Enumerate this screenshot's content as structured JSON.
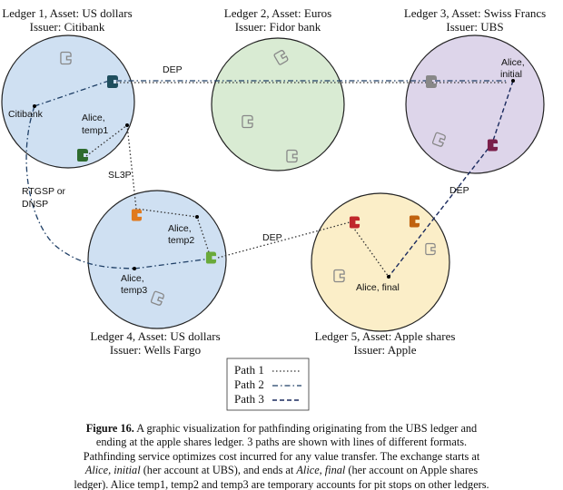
{
  "ledgers": [
    {
      "title": "Ledger 1, Asset: US dollars",
      "issuer": "Issuer: Citibank",
      "fill": "#cfe0f2"
    },
    {
      "title": "Ledger 2, Asset: Euros",
      "issuer": "Issuer: Fidor bank",
      "fill": "#d9ebd3"
    },
    {
      "title": "Ledger 3, Asset: Swiss Francs",
      "issuer": "Issuer: UBS",
      "fill": "#ddd5ea"
    },
    {
      "title": "Ledger 4, Asset: US dollars",
      "issuer": "Issuer: Wells Fargo",
      "fill": "#cfe0f2"
    },
    {
      "title": "Ledger 5, Asset: Apple shares",
      "issuer": "Issuer: Apple",
      "fill": "#fbeec8"
    }
  ],
  "nodes": {
    "citibank": "Citibank",
    "alice_temp1": [
      "Alice,",
      "temp1"
    ],
    "alice_temp2": [
      "Alice,",
      "temp2"
    ],
    "alice_temp3": [
      "Alice,",
      "temp3"
    ],
    "alice_initial": [
      "Alice,",
      "initial"
    ],
    "alice_final": "Alice, final"
  },
  "edges": {
    "dep_top": "DEP",
    "sl3p": "SL3P",
    "rtgsp": [
      "RTGSP or",
      "DNSP"
    ],
    "dep_mid": "DEP",
    "dep_right": "DEP"
  },
  "legend": {
    "path1": "Path 1",
    "path2": "Path 2",
    "path3": "Path 3"
  },
  "caption": {
    "figure_label": "Figure 16.",
    "line1_rest": " A graphic visualization for pathfinding originating from the UBS ledger and",
    "line2": "ending at the apple shares ledger. 3 paths are shown with lines of different formats.",
    "line3": "Pathfinding service optimizes cost incurred for any value transfer. The exchange starts at",
    "line4_italic": "Alice, initial",
    "line4_rest": " (her account at UBS), and ends at ",
    "line4_italic2": "Alice, final",
    "line4_end": " (her account on Apple shares",
    "line5": "ledger). Alice temp1, temp2 and temp3 are temporary accounts for pit stops on other ledgers."
  },
  "colors": {
    "path1": "#333333",
    "path2": "#1f3f66",
    "path3": "#1a2a5e",
    "connector_teal": "#1f4e5e",
    "connector_green": "#2e6b2e",
    "connector_orange": "#e07a1f",
    "connector_lightgreen": "#6aaa3a",
    "connector_red": "#c0282b",
    "connector_darkorange": "#c0620f",
    "connector_maroon": "#7a1f4a",
    "connector_gray": "#888888"
  }
}
